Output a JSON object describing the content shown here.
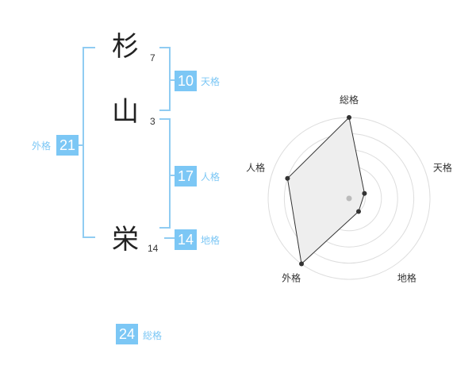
{
  "name_chars": [
    {
      "char": "杉",
      "strokes": "7"
    },
    {
      "char": "山",
      "strokes": "3"
    },
    {
      "char": "栄",
      "strokes": "14"
    }
  ],
  "fortunes": {
    "tenkaku": {
      "value": "10",
      "label": "天格"
    },
    "jinkaku": {
      "value": "17",
      "label": "人格"
    },
    "chikaku": {
      "value": "14",
      "label": "地格"
    },
    "gaikaku": {
      "value": "21",
      "label": "外格"
    },
    "soukaku": {
      "value": "24",
      "label": "総格"
    }
  },
  "accent_color": "#7cc7f5",
  "chart_data": {
    "type": "radar",
    "axes": [
      "総格",
      "天格",
      "地格",
      "外格",
      "人格"
    ],
    "values": [
      5,
      1,
      1,
      5,
      4
    ],
    "rmax": 5,
    "rings": 5
  }
}
